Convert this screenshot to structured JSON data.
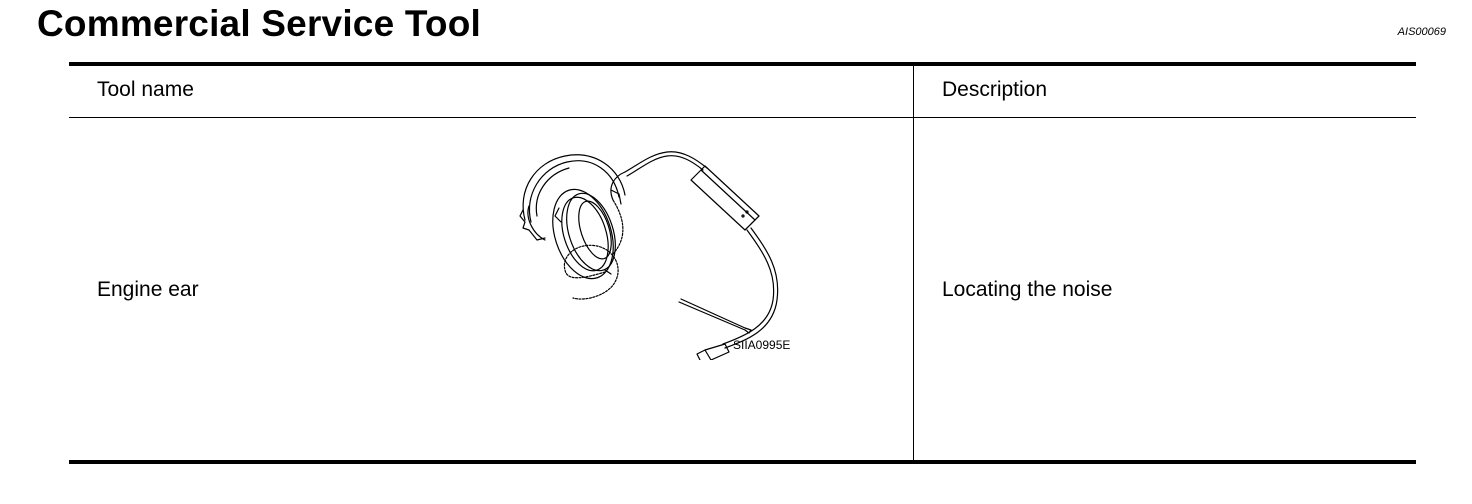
{
  "page": {
    "title": "Commercial Service Tool",
    "ref_code": "AIS00069"
  },
  "table": {
    "headers": {
      "tool_name": "Tool name",
      "description": "Description"
    },
    "rows": [
      {
        "tool_name": "Engine ear",
        "description": "Locating the noise",
        "figure_id": "SIIA0995E",
        "icon": "headphones-stethoscope-icon"
      }
    ]
  }
}
